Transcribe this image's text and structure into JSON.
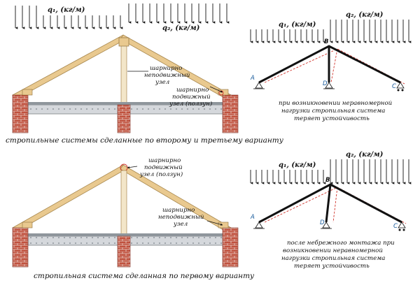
{
  "top_left": {
    "load_label_1": "q₁, (кг/м)",
    "load_label_2": "q₂, (кг/м)",
    "callout_fixed_line1": "шарнирно",
    "callout_fixed_line2": "неподвижный",
    "callout_fixed_line3": "узел",
    "callout_slider_line1": "шарнирно",
    "callout_slider_line2": "подвижный",
    "callout_slider_line3": "узел (ползун)",
    "caption": "стропильные системы сделанные по второму и третьему варианту"
  },
  "top_right": {
    "load_label_1": "q₁, (кг/м)",
    "load_label_2": "q₂, (кг/м)",
    "node_a": "A",
    "node_b": "B",
    "node_c": "C",
    "node_d": "D",
    "caption_line1": "при возникновении неравномерной",
    "caption_line2": "нагрузки стропильная система",
    "caption_line3": "теряет устойчивость"
  },
  "bottom_left": {
    "callout_top_line1": "шарнирно",
    "callout_top_line2": "подвижный",
    "callout_top_line3": "узел (ползун)",
    "callout_right_line1": "шарнирно",
    "callout_right_line2": "неподвижный",
    "callout_right_line3": "узел",
    "caption": "стропильная система сделанная по первому варианту"
  },
  "bottom_right": {
    "load_label_1": "q₁, (кг/м)",
    "load_label_2": "q₂, (кг/м)",
    "node_a": "A",
    "node_b": "B",
    "node_c": "C",
    "node_d": "D",
    "caption_line1": "после небрежного монтажа при",
    "caption_line2": "возникновении неравномерной",
    "caption_line3": "нагрузки стропильная система",
    "caption_line4": "теряет устойчивость"
  },
  "colors": {
    "rafter": "#e9c98f",
    "rafter_stroke": "#a7874e",
    "brick": "#c0513e",
    "frame": "#111111",
    "deformed": "#d0342c",
    "node_label": "#1a5c9c"
  }
}
